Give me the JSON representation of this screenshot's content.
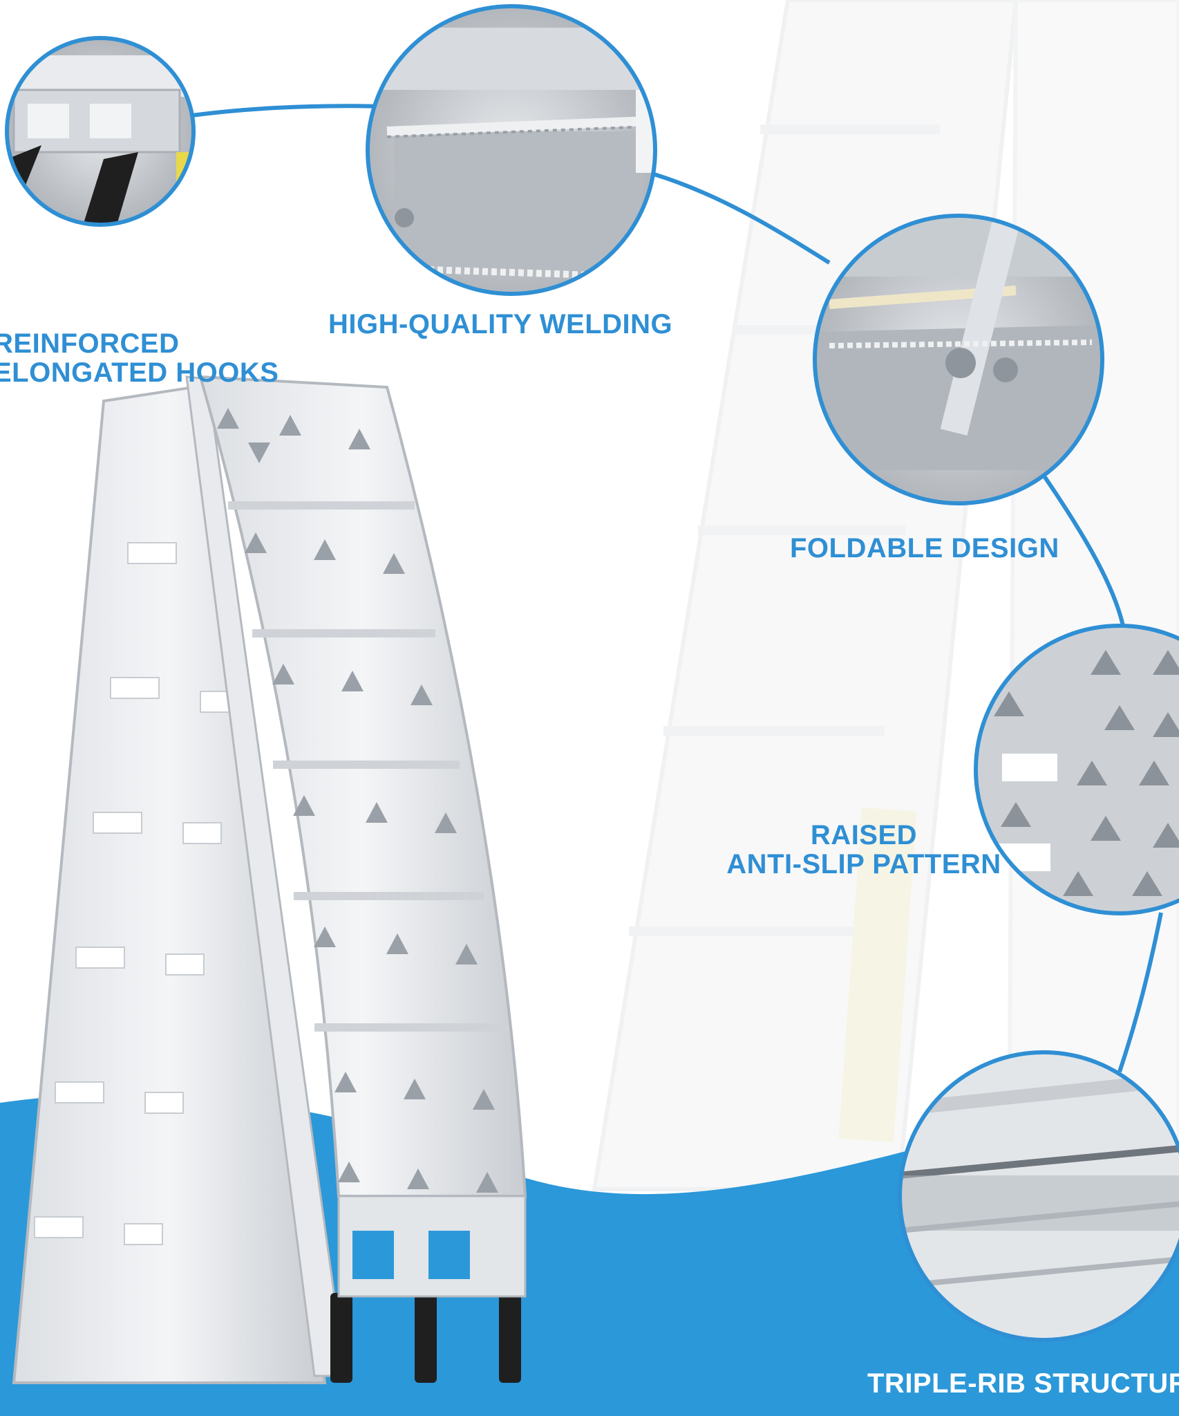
{
  "product_image": {
    "description_icon": "folding-ramp-icon",
    "accent_color": "#2f8fd4",
    "wave_color": "#2b98d9"
  },
  "features": {
    "hooks": {
      "line1": "REINFORCED",
      "line2": "ELONGATED HOOKS",
      "icon": "hook-icon"
    },
    "welding": {
      "label": "HIGH-QUALITY WELDING",
      "icon": "weld-icon"
    },
    "foldable": {
      "label": "FOLDABLE DESIGN",
      "icon": "hinge-icon"
    },
    "antislip": {
      "line1": "RAISED",
      "line2": "ANTI-SLIP PATTERN",
      "icon": "anti-slip-icon"
    },
    "triple_rib": {
      "label": "TRIPLE-RIB STRUCTURE",
      "icon": "rib-structure-icon"
    }
  }
}
